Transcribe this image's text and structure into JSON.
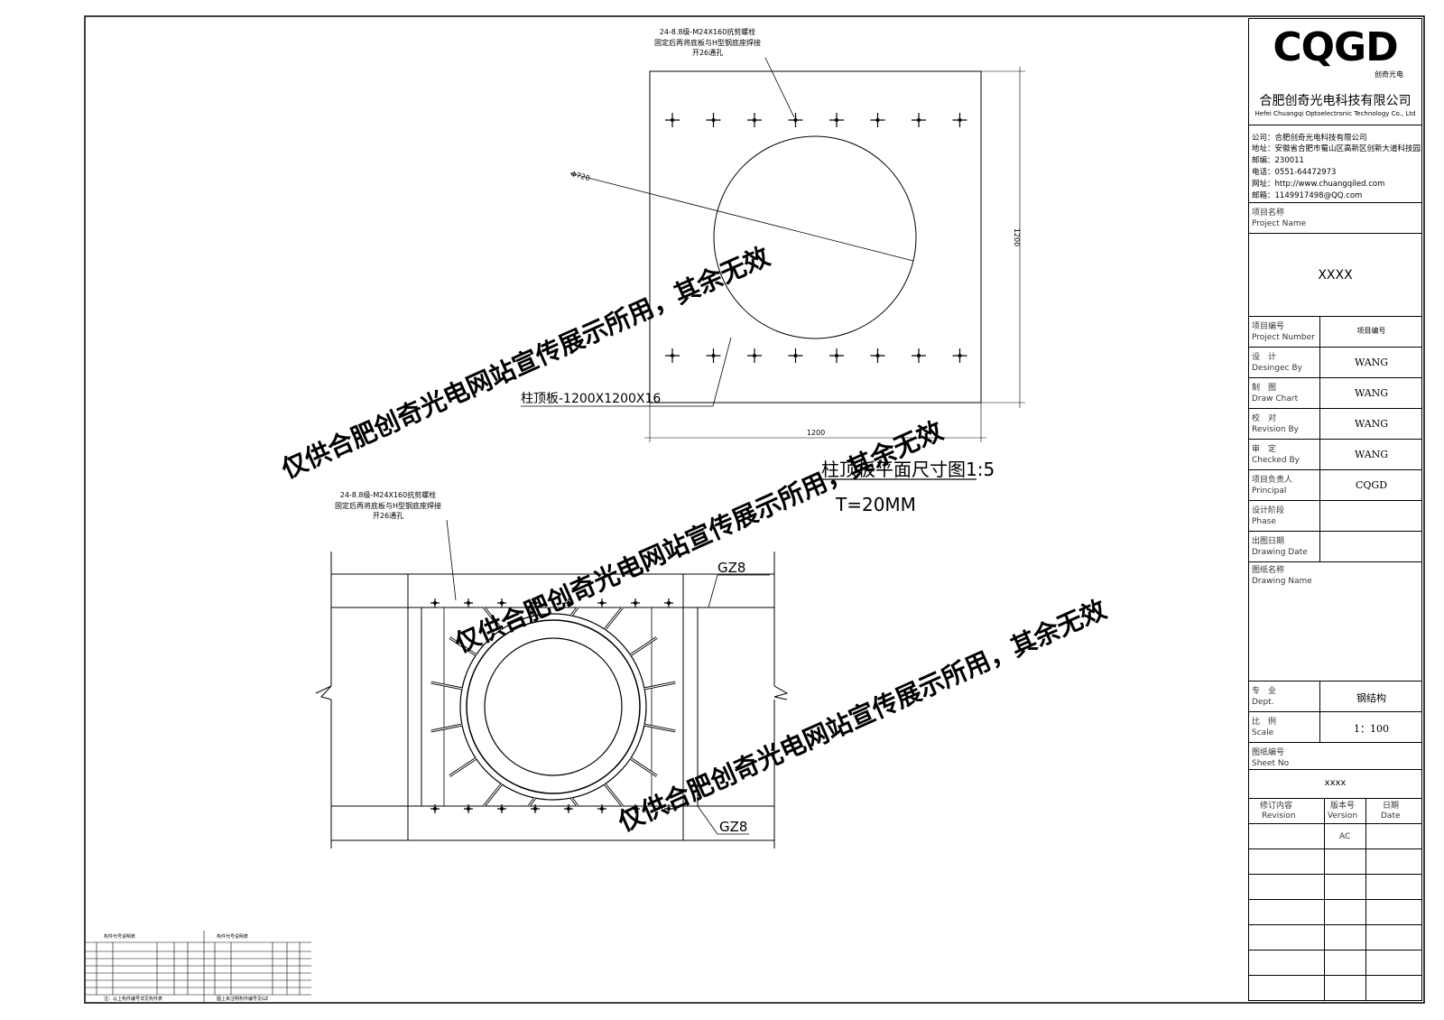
{
  "title_block": {
    "logo": "CQGD",
    "logo_sub": "创奇光电",
    "company_cn": "合肥创奇光电科技有限公司",
    "company_en": "Hefei Chuangqi Optoelectronic Technology Co., Ltd",
    "contact": [
      "公司：合肥创奇光电科技有限公司",
      "地址：安徽省合肥市蜀山区高新区创新大道科技园",
      "邮编：230011",
      "电话：0551-64472973",
      "网址：http://www.chuangqiled.com",
      "邮箱：1149917498@QQ.com"
    ],
    "project_name_label_cn": "项目名称",
    "project_name_label_en": "Project Name",
    "project_name": "XXXX",
    "rows": [
      {
        "cn": "项目编号",
        "en": "Project Number",
        "value": "项目编号"
      },
      {
        "cn": "设　计",
        "en": "Desingec By",
        "value": "WANG"
      },
      {
        "cn": "制　图",
        "en": "Draw Chart",
        "value": "WANG"
      },
      {
        "cn": "校　对",
        "en": "Revision By",
        "value": "WANG"
      },
      {
        "cn": "审　定",
        "en": "Checked By",
        "value": "WANG"
      },
      {
        "cn": "项目负责人",
        "en": "Principal",
        "value": "CQGD"
      },
      {
        "cn": "设计阶段",
        "en": "Phase",
        "value": ""
      },
      {
        "cn": "出图日期",
        "en": "Drawing Date",
        "value": ""
      }
    ],
    "drawing_name_cn": "图纸名称",
    "drawing_name_en": "Drawing Name",
    "dept_cn": "专　业",
    "dept_en": "Dept.",
    "dept_value": "钢结构",
    "scale_cn": "比　例",
    "scale_en": "Scale",
    "scale_value": "1：100",
    "sheet_cn": "图纸编号",
    "sheet_en": "Sheet No",
    "sheet_value": "xxxx",
    "rev_cn": "修订内容",
    "rev_en": "Revision",
    "ver_cn": "版本号",
    "ver_en": "Version",
    "ver_value": "AC",
    "date_cn": "日期",
    "date_en": "Date"
  },
  "top_view": {
    "bolt_note_1": "24-8.8级-M24X160抗剪螺栓",
    "bolt_note_2": "固定后再将底板与H型钢底座焊接",
    "bolt_note_3": "开26通孔",
    "diameter_label": "Φ720",
    "dim_vertical": "1200",
    "dim_horizontal": "1200",
    "plate_label": "柱顶板-1200X1200X16",
    "view_title": "柱顶板平面尺寸图1:5",
    "thickness": "T=20MM"
  },
  "bottom_view": {
    "bolt_note_1": "24-8.8级-M24X160抗剪螺栓",
    "bolt_note_2": "固定后再将底板与H型钢底座焊接",
    "bolt_note_3": "开26通孔",
    "gz_top": "GZ8",
    "gz_bottom": "GZ8"
  },
  "watermark": "仅供合肥创奇光电网站宣传展示所用，其余无效",
  "legend": {
    "title_left": "构件代号说明表",
    "title_right": "构件代号说明表",
    "footer_left": "注：以上构件编号详见构件表",
    "footer_right": "图上未注明构件编号见GZ"
  }
}
